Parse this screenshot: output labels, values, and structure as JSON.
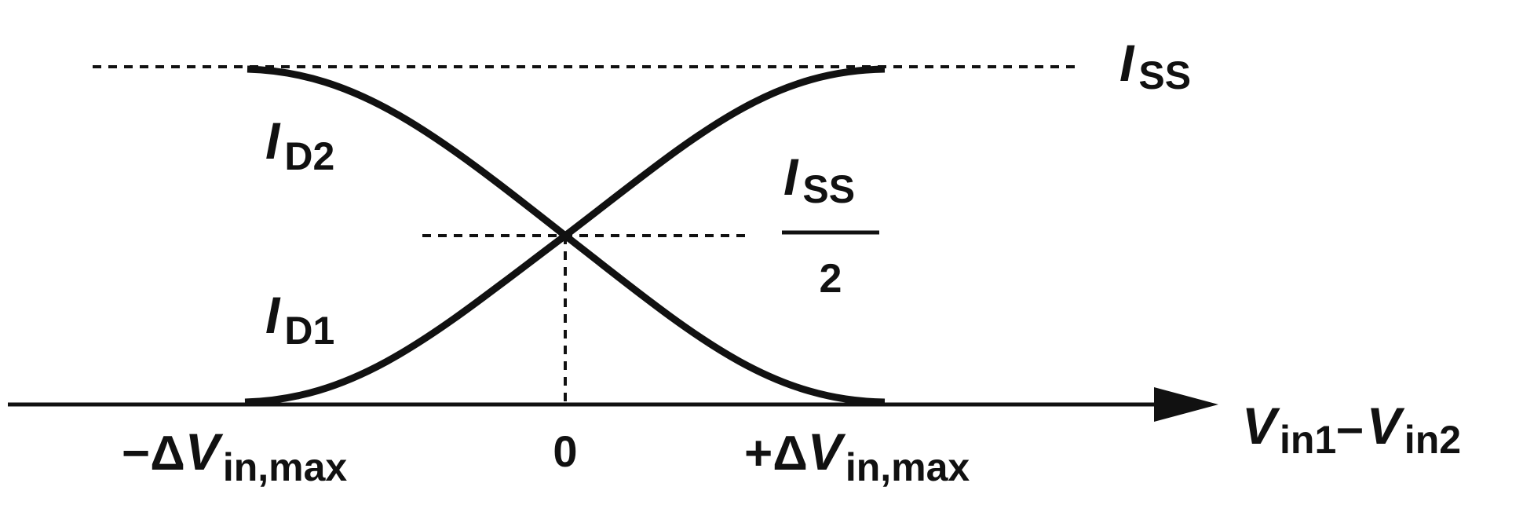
{
  "labels": {
    "iss_top": {
      "main": "I",
      "sub": "SS"
    },
    "id2": {
      "main": "I",
      "sub": "D2"
    },
    "id1": {
      "main": "I",
      "sub": "D1"
    },
    "iss_half": {
      "main": "I",
      "sub": "SS",
      "denominator": "2"
    },
    "x_axis": {
      "v1": "V",
      "v1_sub": "in1",
      "minus": "–",
      "v2": "V",
      "v2_sub": "in2"
    },
    "tick_neg": {
      "prefix": "−Δ",
      "main": "V",
      "sub": "in,max"
    },
    "tick_zero": "0",
    "tick_pos": {
      "prefix": "+Δ",
      "main": "V",
      "sub": "in,max"
    }
  },
  "colors": {
    "curve": "#111111",
    "dashed": "#111111",
    "axis": "#111111",
    "background": "#ffffff"
  }
}
